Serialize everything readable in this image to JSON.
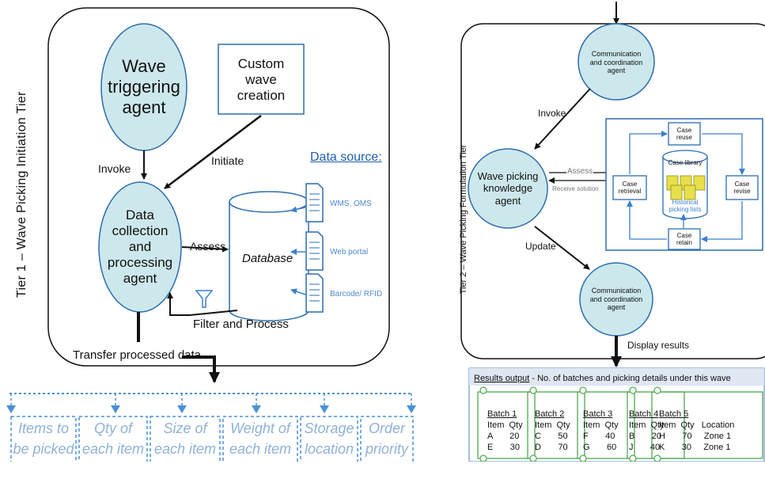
{
  "tier1": {
    "tier_label": "Tier 1 – Wave Picking Initiation Tier",
    "wave_triggering_agent": "Wave triggering agent",
    "custom_wave_creation": "Custom wave creation",
    "data_collection_agent": "Data collection and processing agent",
    "invoke": "Invoke",
    "initiate": "Initiate",
    "assess": "Assess",
    "database": "Database",
    "filter_and_process": "Filter and Process",
    "transfer_processed_data": "Transfer processed data",
    "data_source_title": "Data source:",
    "data_sources": [
      "WMS, OMS",
      "Web portal",
      "Barcode/ RFID"
    ],
    "fields": [
      "Items to be picked",
      "Qty of each item",
      "Size of each item",
      "Weight of each item",
      "Storage location",
      "Order priority"
    ]
  },
  "tier2": {
    "tier_label": "Tier 2 – Wave Picking Formulation Tier",
    "comm_agent_top": "Communication and coordination agent",
    "comm_agent_bottom": "Communication and coordination agent",
    "knowledge_agent": "Wave picking knowledge agent",
    "invoke": "Invoke",
    "update": "Update",
    "assess": "Assess",
    "receive_solution": "Receive solution",
    "display_results": "Display results",
    "cbr": {
      "case_reuse": "Case reuse",
      "case_retrieval": "Case retrieval",
      "case_revise": "Case revise",
      "case_retain": "Case retain",
      "case_library": "Case library",
      "historical_lists": "Historical picking lists"
    },
    "results": {
      "title_underlined": "Results output",
      "title_rest": " - No. of batches and picking details under this wave",
      "batches": [
        {
          "name": "Batch 1",
          "header": "Item  Qty",
          "rows": [
            "A       20",
            "E       30"
          ]
        },
        {
          "name": "Batch 2",
          "header": "Item  Qty",
          "rows": [
            "C       50",
            "D       70"
          ]
        },
        {
          "name": "Batch 3",
          "header": "Item  Qty",
          "rows": [
            "F       40",
            "G       60"
          ]
        },
        {
          "name": "Batch 4",
          "header": "Item  Qty",
          "rows": [
            "B       20",
            "J       40"
          ]
        },
        {
          "name": "Batch 5",
          "header": "Item  Qty   Location",
          "rows": [
            "H       70     Zone 1",
            "K       30     Zone 1"
          ]
        }
      ]
    }
  },
  "colors": {
    "node_fill": "#cde8ec",
    "node_stroke": "#1f6fb5",
    "field_border": "#4a90d6",
    "field_text": "#8fb2d8",
    "results_header": "#dfe7f3",
    "batch_stroke": "#4fa84f"
  }
}
